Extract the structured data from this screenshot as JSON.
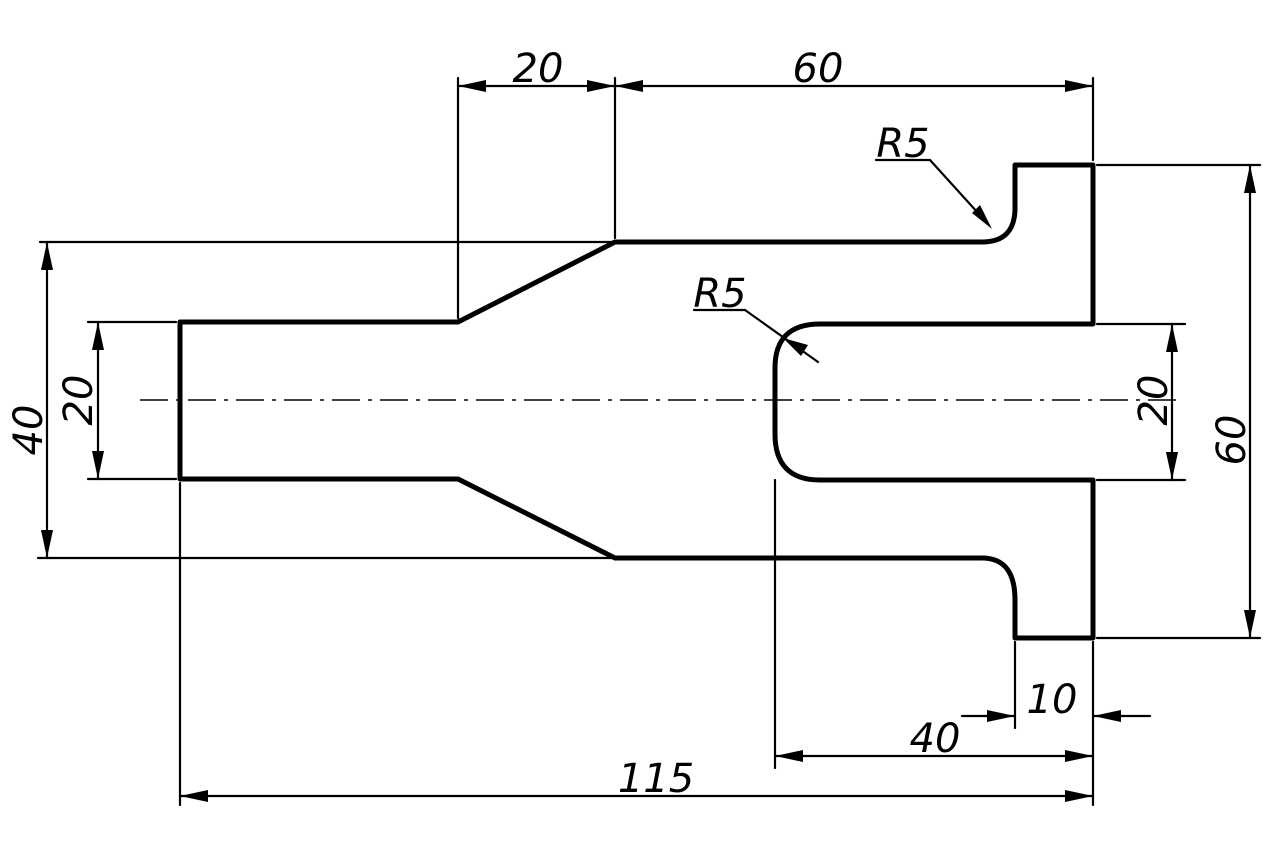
{
  "diagram": {
    "dimensions": {
      "top_20": "20",
      "top_60": "60",
      "r5_top": "R5",
      "r5_inner": "R5",
      "left_40": "40",
      "left_20": "20",
      "right_20": "20",
      "right_60": "60",
      "bottom_10": "10",
      "bottom_40": "40",
      "bottom_115": "115"
    }
  }
}
